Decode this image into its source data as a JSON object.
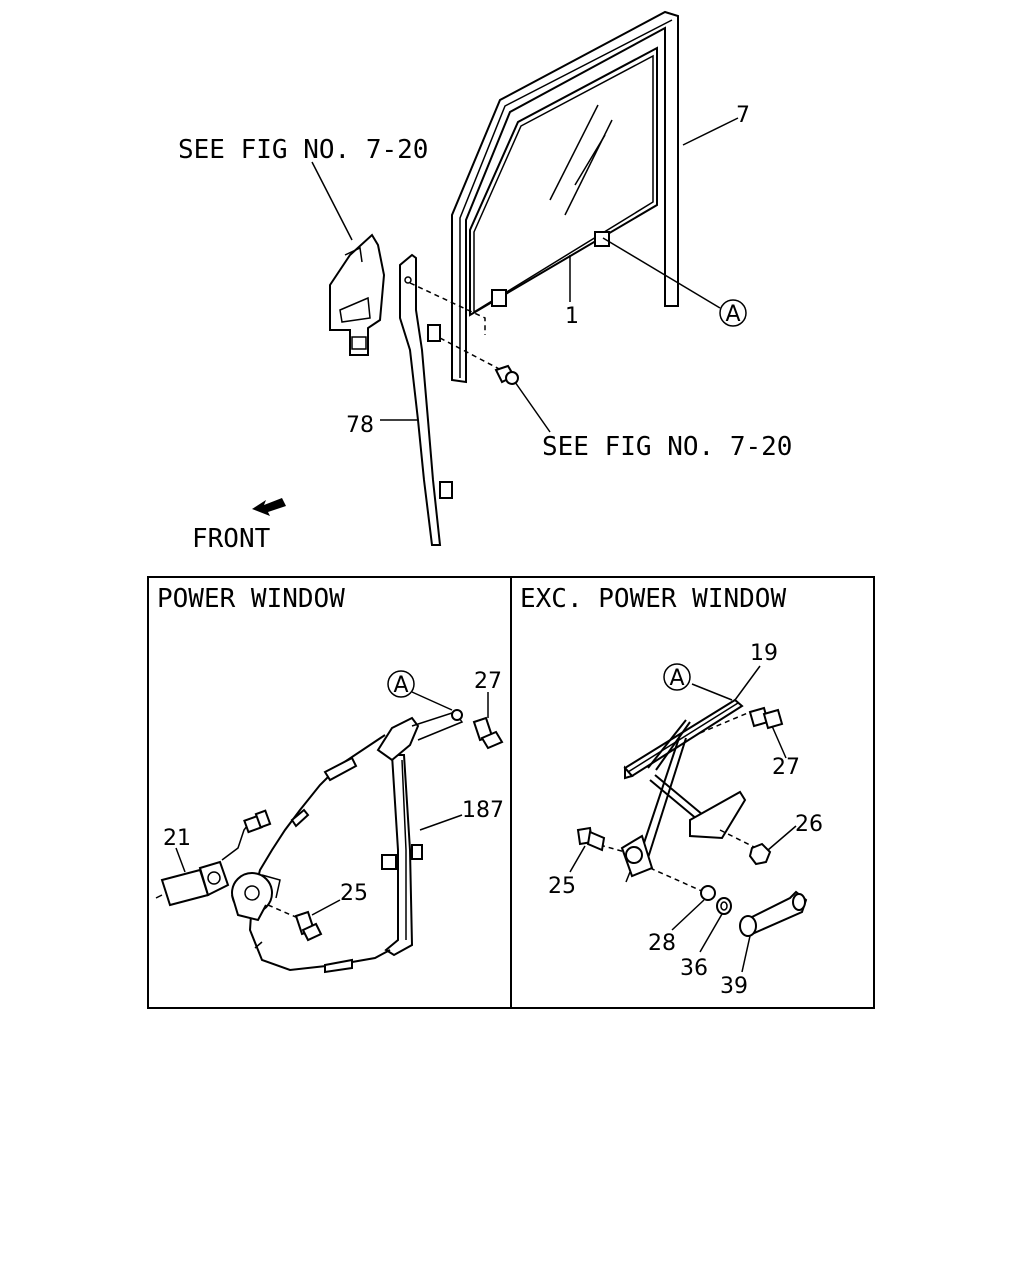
{
  "labels": {
    "see_fig_top": "SEE FIG NO. 7-20",
    "see_fig_mid": "SEE FIG NO. 7-20",
    "front": "FRONT",
    "section_power": "POWER WINDOW",
    "section_manual": "EXC. POWER WINDOW"
  },
  "callout": "A",
  "parts_top": {
    "glass": "1",
    "run_frame": "7",
    "guide_rail": "78"
  },
  "parts_power": {
    "bolt_27": "27",
    "regulator_187": "187",
    "motor_21": "21",
    "bolt_25": "25"
  },
  "parts_manual": {
    "regulator_19": "19",
    "bolt_27": "27",
    "nut_26": "26",
    "bolt_25": "25",
    "washer_28": "28",
    "spacer_36": "36",
    "handle_39": "39"
  }
}
